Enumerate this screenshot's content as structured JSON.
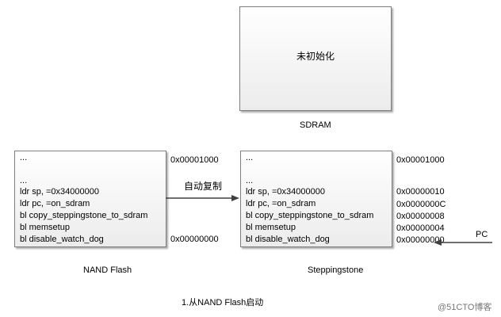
{
  "sdram": {
    "content": "未初始化",
    "label": "SDRAM"
  },
  "code_lines": [
    "...",
    "...",
    "ldr sp, =0x34000000",
    "ldr pc, =on_sdram",
    "bl  copy_steppingstone_to_sdram",
    "bl  memsetup",
    "bl  disable_watch_dog"
  ],
  "nand": {
    "label": "NAND Flash",
    "addr_top": "0x00001000",
    "addr_bottom": "0x00000000"
  },
  "stepping": {
    "label": "Steppingstone",
    "addresses": [
      "0x00001000",
      "0x00000010",
      "0x0000000C",
      "0x00000008",
      "0x00000004",
      "0x00000000"
    ]
  },
  "copy_label": "自动复制",
  "pc_label": "PC",
  "caption": "1.从NAND Flash启动",
  "watermark": "@51CTO博客"
}
